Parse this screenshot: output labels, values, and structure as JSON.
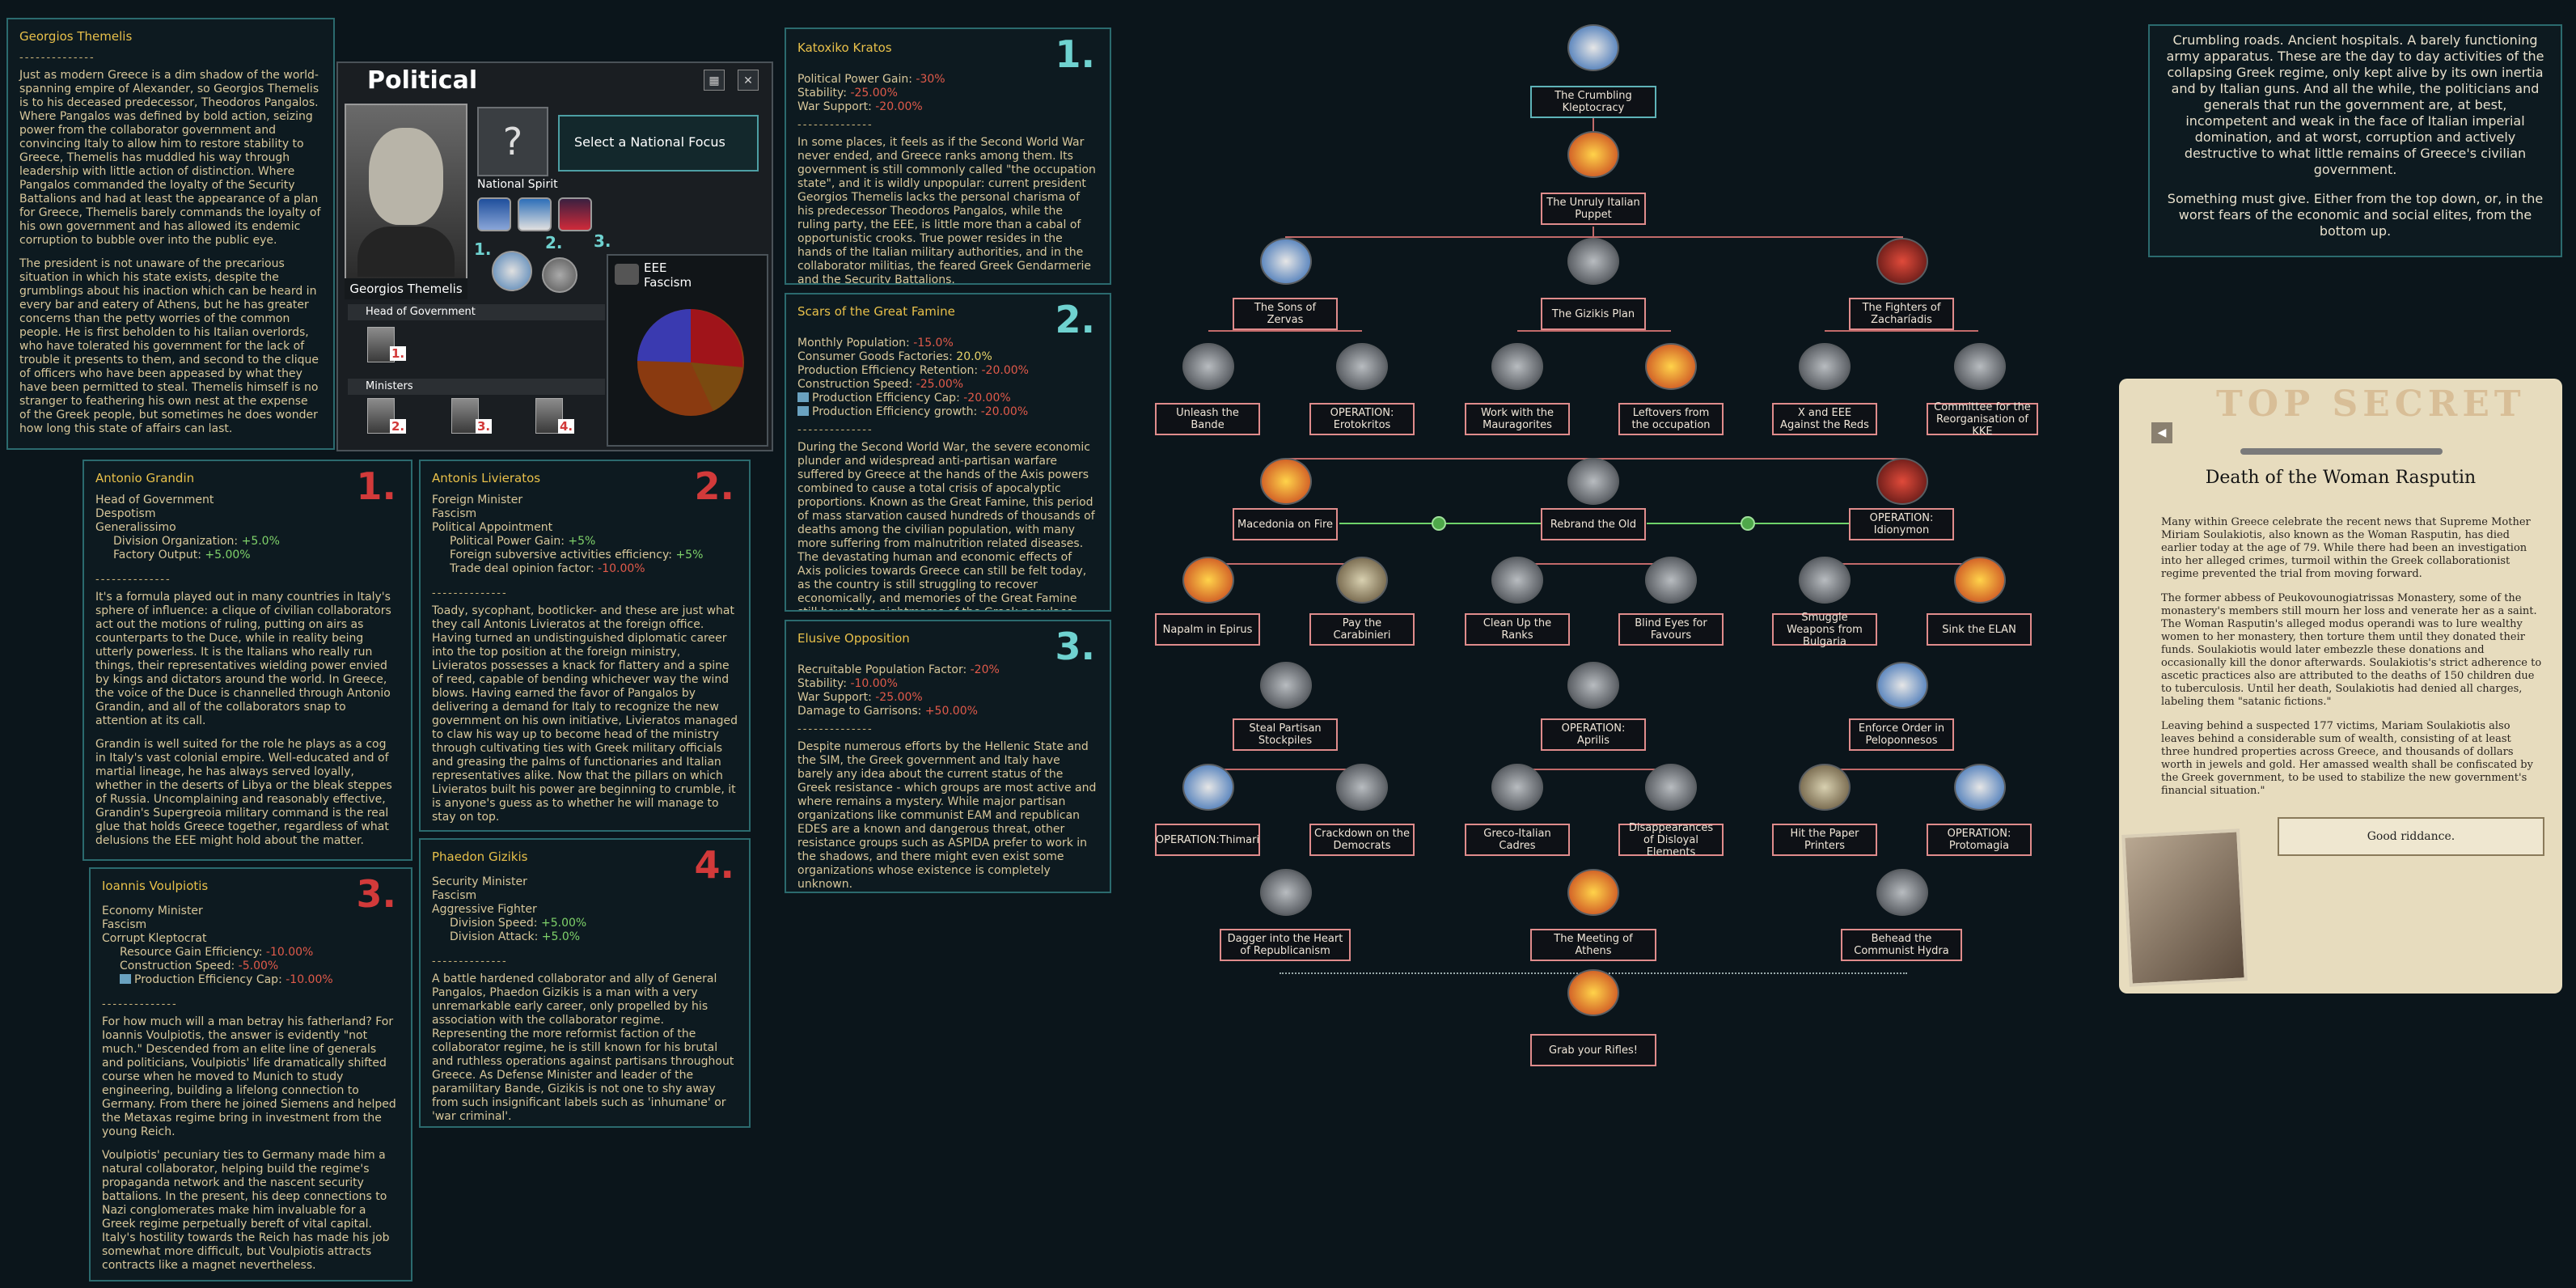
{
  "themelis": {
    "title": "Georgios Themelis",
    "sep": "--------------",
    "p1": "Just as modern Greece is a dim shadow of the world-spanning empire of Alexander, so Georgios Themelis is to his deceased predecessor, Theodoros Pangalos. Where Pangalos was defined by bold action, seizing power from the collaborator government and convincing Italy to allow him to restore stability to Greece, Themelis has muddled his way through leadership with little action of distinction. Where Pangalos commanded the loyalty of the Security Battalions and had at least the appearance of a plan for Greece, Themelis barely commands the loyalty of his own government and has allowed its endemic corruption to bubble over into the public eye.",
    "p2": "The president is not unaware of the precarious situation in which his state exists, despite the grumblings about his inaction which can be heard in every bar and eatery of Athens, but he has greater concerns than the petty worries of the common people. He is first beholden to his Italian overlords, who have tolerated his government for the lack of trouble it presents to them, and second to the clique of officers who have been appeased by what they have been permitted to steal. Themelis himself is no stranger to feathering his own nest at the expense of the Greek people, but sometimes he does wonder how long this state of affairs can last."
  },
  "political": {
    "title": "Political",
    "focus_label": "Select a National Focus",
    "national_spirit_label": "National Spirit",
    "leader_name": "Georgios Themelis",
    "head_of_government_label": "Head of Government",
    "ministers_label": "Ministers",
    "ideology_label": "EEE",
    "ideology_name": "Fascism",
    "spirit_nums": [
      "1.",
      "2.",
      "3."
    ],
    "minister_nums": [
      "1.",
      "2.",
      "3.",
      "4."
    ]
  },
  "grandin": {
    "title": "Antonio Grandin",
    "num": "1.",
    "l1": "Head of Government",
    "l2": "Despotism",
    "l3": "Generalissimo",
    "e1_label": "Division Organization: ",
    "e1_val": "+5.0%",
    "e2_label": "Factory Output: ",
    "e2_val": "+5.00%",
    "sep": "--------------",
    "p1": "It's a formula played out in many countries in Italy's sphere of influence: a clique of civilian collaborators act out the motions of ruling, putting on airs as counterparts to the Duce, while in reality being utterly powerless. It is the Italians who really run things, their representatives wielding power envied by kings and dictators around the world. In Greece, the voice of the Duce is channelled through Antonio Grandin, and all of the collaborators snap to attention at its call.",
    "p2": "Grandin is well suited for the role he plays as a cog in Italy's vast colonial empire. Well-educated and of martial lineage, he has always served loyally, whether in the deserts of Libya or the bleak steppes of Russia. Uncomplaining and reasonably effective, Grandin's Supergreoia military command is the real glue that holds Greece together, regardless of what delusions the EEE might hold about the matter."
  },
  "livieratos": {
    "title": "Antonis Livieratos",
    "num": "2.",
    "l1": "Foreign Minister",
    "l2": "Fascism",
    "l3": "Political Appointment",
    "e1_label": "Political Power Gain: ",
    "e1_val": "+5%",
    "e2_label": "Foreign subversive activities efficiency: ",
    "e2_val": "+5%",
    "e3_label": "Trade deal opinion factor: ",
    "e3_val": "-10.00%",
    "sep": "--------------",
    "p1": "Toady, sycophant, bootlicker- and these are just what they call Antonis Livieratos at the foreign office. Having turned an undistinguished diplomatic career into the top position at the foreign ministry, Livieratos possesses a knack for flattery and a spine of reed, capable of bending whichever way the wind blows. Having earned the favor of Pangalos by delivering a demand for Italy to recognize the new government on his own initiative, Livieratos managed to claw his way up to become head of the ministry through cultivating ties with Greek military officials and greasing the palms of functionaries and Italian representatives alike. Now that the pillars on which Livieratos built his power are beginning to crumble, it is anyone's guess as to whether he will manage to stay on top."
  },
  "voulpiotis": {
    "title": "Ioannis Voulpiotis",
    "num": "3.",
    "l1": "Economy Minister",
    "l2": "Fascism",
    "l3": "Corrupt Kleptocrat",
    "e1_label": "Resource Gain Efficiency: ",
    "e1_val": "-10.00%",
    "e2_label": "Construction Speed: ",
    "e2_val": "-5.00%",
    "e3_label": "Production Efficiency Cap: ",
    "e3_val": "-10.00%",
    "sep": "--------------",
    "p1": "For how much will a man betray his fatherland? For Ioannis Voulpiotis, the answer is evidently \"not much.\" Descended from an elite line of generals and politicians, Voulpiotis' life dramatically shifted course when he moved to Munich to study engineering, building a lifelong connection to Germany. From there he joined Siemens and helped the Metaxas regime bring in investment from the young Reich.",
    "p2": "Voulpiotis' pecuniary ties to Germany made him a natural collaborator, helping build the regime's propaganda network and the nascent security battalions. In the present, his deep connections to Nazi conglomerates make him invaluable for a Greek regime perpetually bereft of vital capital. Italy's hostility towards the Reich has made his job somewhat more difficult, but Voulpiotis attracts contracts like a magnet nevertheless."
  },
  "gizikis": {
    "title": "Phaedon Gizikis",
    "num": "4.",
    "l1": "Security Minister",
    "l2": "Fascism",
    "l3": "Aggressive Fighter",
    "e1_label": "Division Speed: ",
    "e1_val": "+5.00%",
    "e2_label": "Division Attack: ",
    "e2_val": "+5.0%",
    "sep": "--------------",
    "p1": "A battle hardened collaborator and ally of General Pangalos, Phaedon Gizikis is a man with a very unremarkable early career, only propelled by his association with the collaborator regime. Representing the more reformist faction of the collaborator regime, he is still known for his brutal and ruthless operations against partisans throughout Greece. As Defense Minister and leader of the paramilitary Bande, Gizikis is not one to shy away from such insignificant labels such as 'inhumane' or 'war criminal'."
  },
  "kratos": {
    "title": "Katoxiko Kratos",
    "num": "1.",
    "e1_label": "Political Power Gain: ",
    "e1_val": "-30%",
    "e2_label": "Stability: ",
    "e2_val": "-25.00%",
    "e3_label": "War Support: ",
    "e3_val": "-20.00%",
    "sep": "--------------",
    "p1": "In some places, it feels as if the Second World War never ended, and Greece ranks among them. Its government is still commonly called \"the occupation state\", and it is wildly unpopular: current president Georgios Themelis lacks the personal charisma of his predecessor Theodoros Pangalos, while the ruling party, the EEE, is little more than a cabal of opportunistic crooks. True power resides in the hands of the Italian military authorities, and in the collaborator militias, the feared Greek Gendarmerie and the Security Battalions."
  },
  "famine": {
    "title": "Scars of the Great Famine",
    "num": "2.",
    "e1_label": "Monthly Population: ",
    "e1_val": "-15.0%",
    "e2_label": "Consumer Goods Factories: ",
    "e2_val": "20.0%",
    "e3_label": "Production Efficiency Retention: ",
    "e3_val": "-20.00%",
    "e4_label": "Construction Speed: ",
    "e4_val": "-25.00%",
    "e5_label": "Production Efficiency Cap: ",
    "e5_val": "-20.00%",
    "e6_label": "Production Efficiency growth: ",
    "e6_val": "-20.00%",
    "sep": "--------------",
    "p1": "During the Second World War, the severe economic plunder and widespread anti-partisan warfare suffered by Greece at the hands of the Axis powers combined to cause a total crisis of apocalyptic proportions. Known as the Great Famine, this period of mass starvation caused hundreds of thousands of deaths among the civilian population, with many more suffering from malnutrition related diseases. The devastating human and economic effects of Axis policies towards Greece can still be felt today, as the country is still struggling to recover economically, and memories of the Great Famine still haunt the nightmares of the Greek populace."
  },
  "elusive": {
    "title": "Elusive Opposition",
    "num": "3.",
    "e1_label": "Recruitable Population Factor: ",
    "e1_val": "-20%",
    "e2_label": "Stability: ",
    "e2_val": "-10.00%",
    "e3_label": "War Support: ",
    "e3_val": "-25.00%",
    "e4_label": "Damage to Garrisons: ",
    "e4_val": "+50.00%",
    "sep": "--------------",
    "p1": "Despite numerous efforts by the Hellenic State and the SIM, the Greek government and Italy have barely any idea about the current status of the Greek resistance - which groups are most active and where remains a mystery. While major partisan organizations like communist EAM and republican EDES are a known and dangerous threat, other resistance groups such as ASPIDA prefer to work in the shadows, and there might even exist some organizations whose existence is completely unknown."
  },
  "focus": {
    "n0": "The Crumbling Kleptocracy",
    "n1": "The Unruly Italian Puppet",
    "n2": "The Sons of Zervas",
    "n3": "The Gizikis Plan",
    "n4": "The Fighters of Zacharíadis",
    "n5": "Unleash the Bande",
    "n6": "OPERATION: Erotokritos",
    "n7": "Work with the Mauragorites",
    "n8": "Leftovers from the occupation",
    "n9": "X and EEE Against the Reds",
    "n10": "Committee for the Reorganisation of KKE",
    "n11": "Macedonia on Fire",
    "n12": "Rebrand the Old",
    "n13": "OPERATION: Idionymon",
    "n14": "Napalm in Epirus",
    "n15": "Pay the Carabinieri",
    "n16": "Clean Up the Ranks",
    "n17": "Blind Eyes for Favours",
    "n18": "Smuggle Weapons from Bulgaria",
    "n19": "Sink the ELAN",
    "n20": "Steal Partisan Stockpiles",
    "n21": "OPERATION: Aprilis",
    "n22": "Enforce Order in Peloponnesos",
    "n23": "OPERATION:Thimari",
    "n24": "Crackdown on the Democrats",
    "n25": "Greco-Italian Cadres",
    "n26": "Disappearances of Disloyal Elements",
    "n27": "Hit the Paper Printers",
    "n28": "OPERATION: Protomagia",
    "n29": "Dagger into the Heart of Republicanism",
    "n30": "The Meeting of Athens",
    "n31": "Behead the Communist Hydra",
    "n32": "Grab your Rifles!"
  },
  "intro": {
    "p1": "Crumbling roads. Ancient hospitals. A barely functioning army apparatus. These are the day to day activities of the collapsing Greek regime, only kept alive by its own inertia and by Italian guns. And all the while, the politicians and generals that run the government are, at best, incompetent and weak in the face of Italian imperial domination, and at worst, corruption and actively destructive to what little remains of Greece's civilian government.",
    "p2": "Something must give. Either from the top down, or, in the worst fears of the economic and social elites, from the bottom up."
  },
  "event": {
    "stamp": "TOP SECRET",
    "title": "Death of the Woman Rasputin",
    "p1": "Many within Greece celebrate the recent news that Supreme Mother Miriam Soulakiotis, also known as the Woman Rasputin, has died earlier today at the age of 79. While there had been an investigation into her alleged crimes, turmoil within the Greek collaborationist regime prevented the trial from moving forward.",
    "p2": "The former abbess of Peukovounogiatrissas Monastery, some of the monastery's members still mourn her loss and venerate her as a saint. The Woman Rasputin's alleged modus operandi was to lure wealthy women to her monastery, then torture them until they donated their funds. Soulakiotis would later embezzle these donations and occasionally kill the donor afterwards. Soulakiotis's strict adherence to ascetic practices also are attributed to the deaths of 150 children due to tuberculosis. Until her death, Soulakiotis had denied all charges, labeling them \"satanic fictions.\"",
    "p3": "Leaving behind a suspected 177 victims, Mariam Soulakiotis also leaves behind a considerable sum of wealth, consisting of at least three hundred properties across Greece, and thousands of dollars worth in jewels and gold. Her amassed wealth shall be confiscated by the Greek government, to be used to stabilize the new government's financial situation.\"",
    "button": "Good riddance."
  },
  "colors": {
    "panel_border": "#2b6a6e",
    "title_yellow": "#e8c04a",
    "positive": "#7fd26a",
    "negative": "#e05a4a",
    "focus_border": "#e08c8c"
  }
}
